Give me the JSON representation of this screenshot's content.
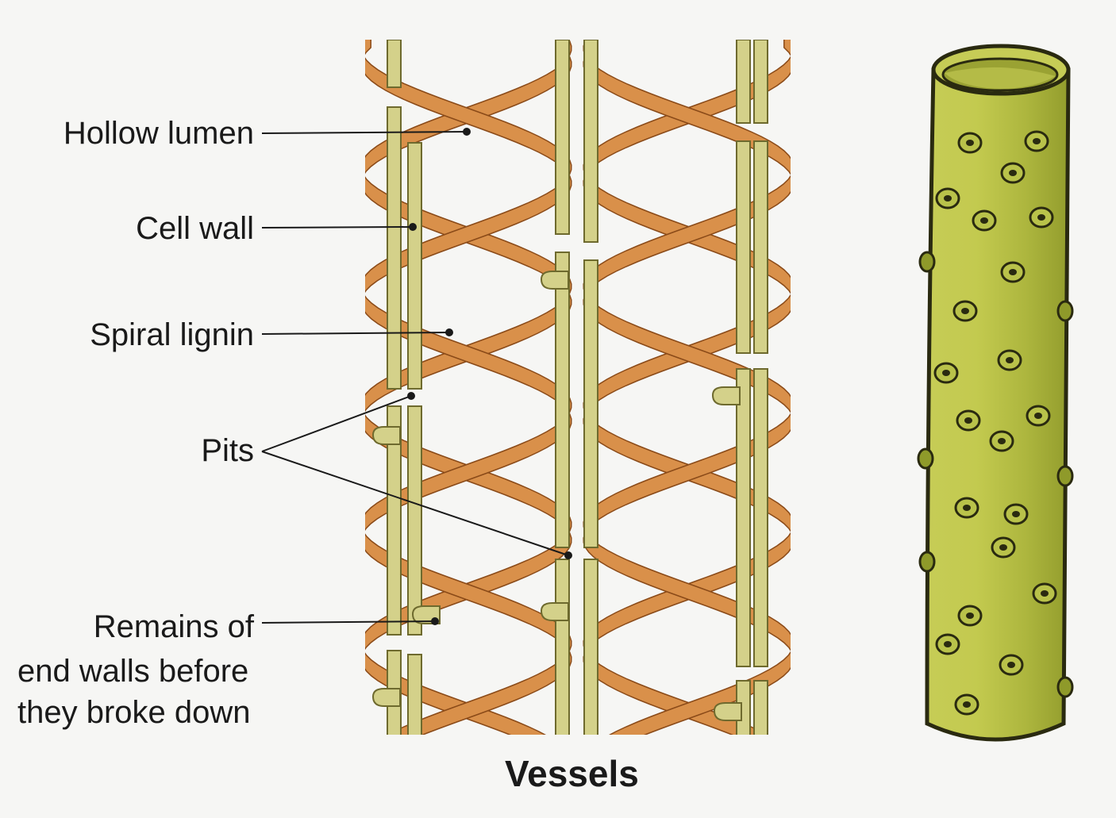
{
  "labels": {
    "hollow_lumen": "Hollow lumen",
    "cell_wall": "Cell wall",
    "spiral_lignin": "Spiral lignin",
    "pits": "Pits",
    "end_walls_line1": "Remains of",
    "end_walls_line2": "end walls before",
    "end_walls_line3": "they broke down"
  },
  "caption": "Vessels",
  "colors": {
    "wall_fill": "#d4d18a",
    "wall_stroke": "#6e6a2e",
    "lignin_fill": "#d9904a",
    "lignin_stroke": "#8a4a18",
    "tube_fill": "#b9c24a",
    "tube_dark": "#8f9a2a",
    "leader": "#1a1a1a"
  }
}
